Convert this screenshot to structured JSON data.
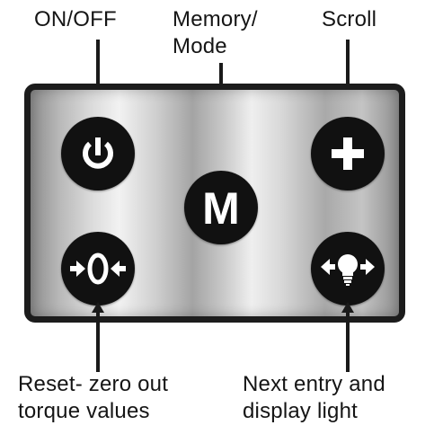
{
  "labels": {
    "on_off": "ON/OFF",
    "memory_mode_line1": "Memory/",
    "memory_mode_line2": "Mode",
    "scroll": "Scroll",
    "reset_line1": "Reset- zero out",
    "reset_line2": "torque values",
    "next_line1": "Next entry and",
    "next_line2": "display light"
  },
  "buttons": {
    "power": {
      "icon": "power-icon"
    },
    "scroll": {
      "icon": "plus-icon"
    },
    "mode": {
      "icon": "m-letter-icon",
      "glyph": "M"
    },
    "reset": {
      "icon": "zero-reset-icon"
    },
    "light": {
      "icon": "lightbulb-arrows-icon"
    }
  },
  "colors": {
    "button": "#111111",
    "panel_border": "#1c1c1c",
    "glyph": "#ffffff"
  }
}
